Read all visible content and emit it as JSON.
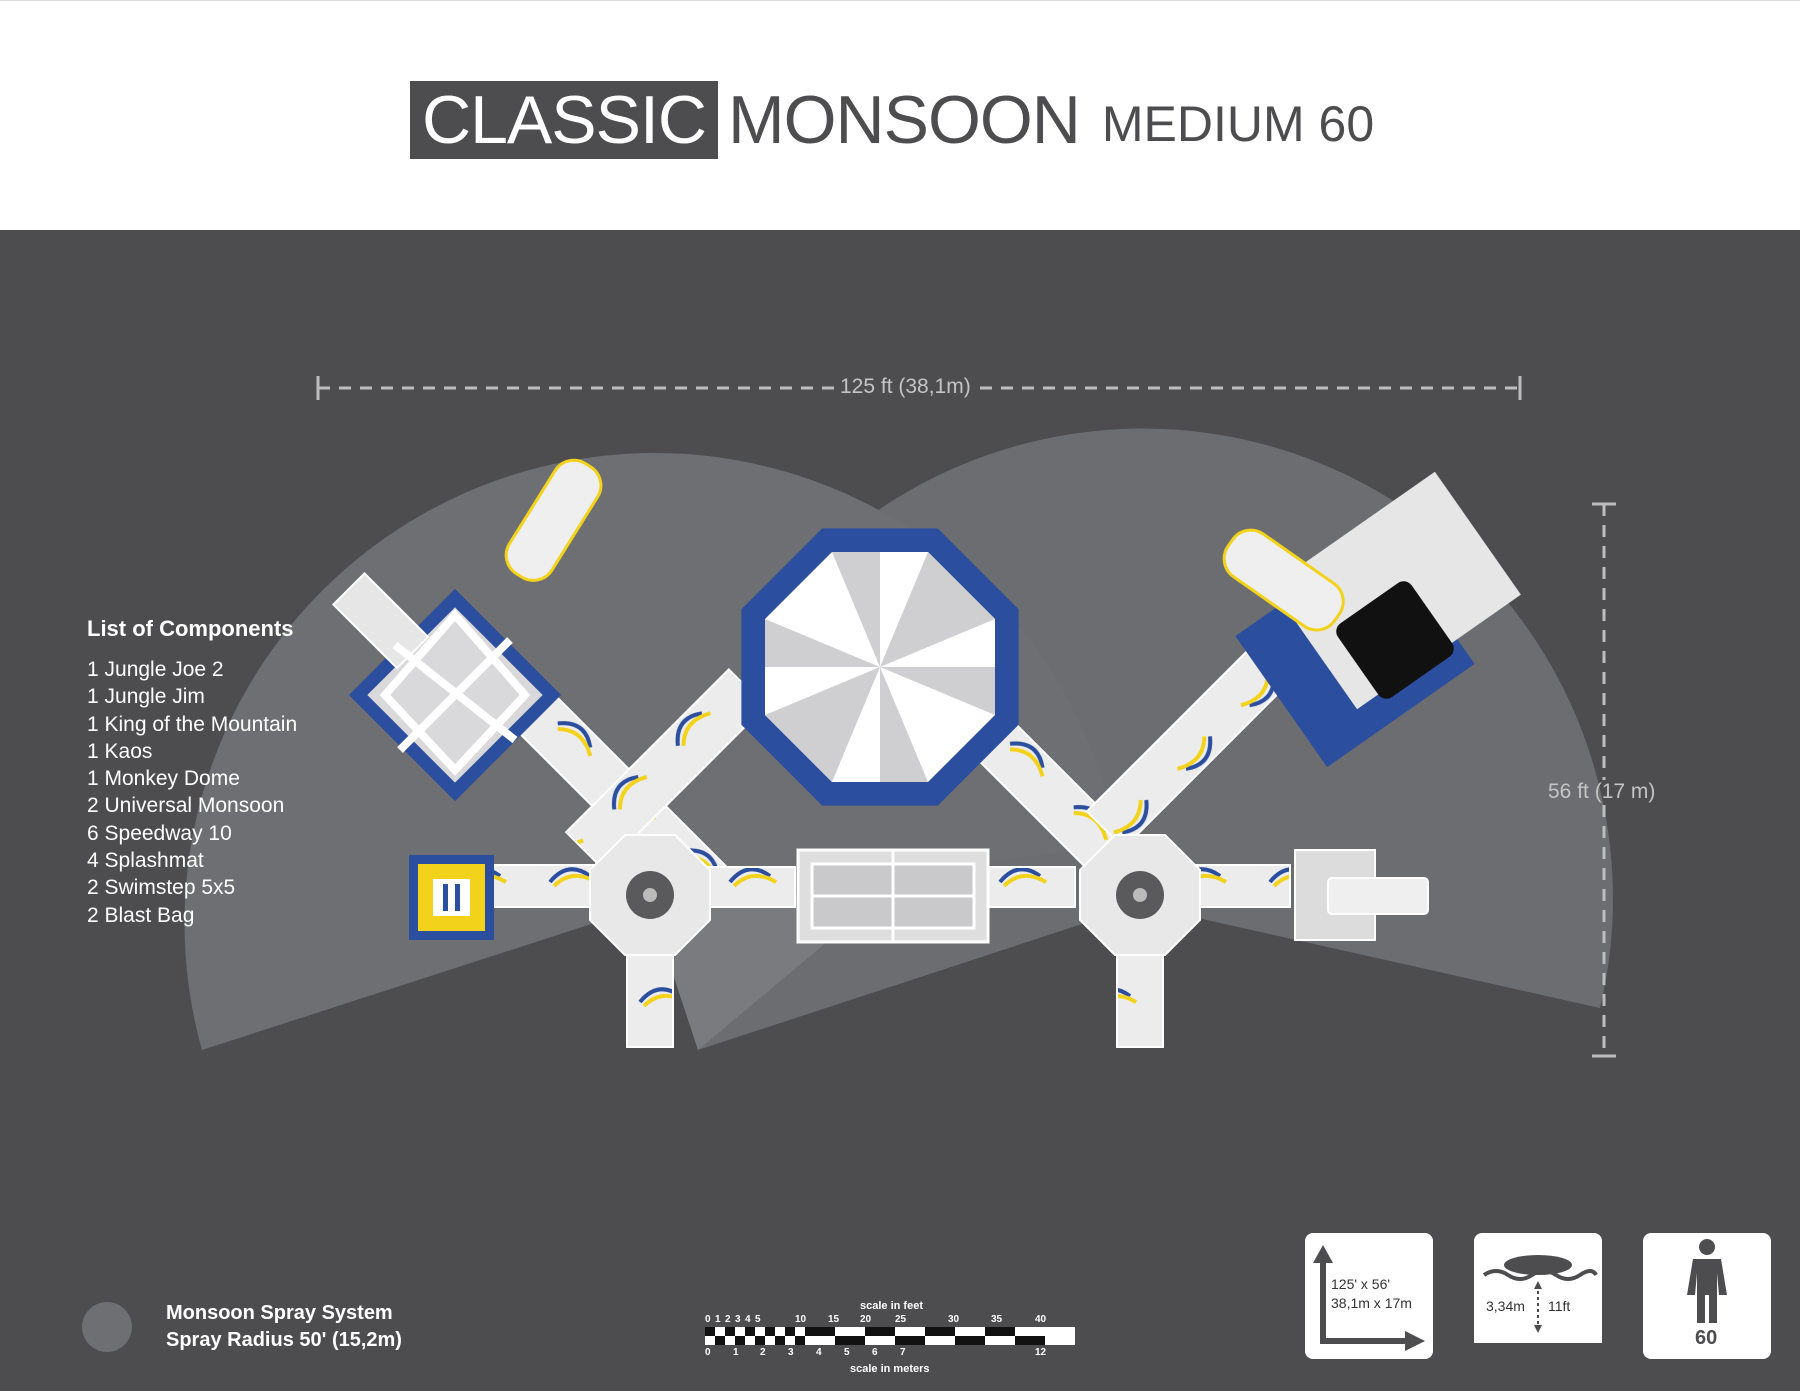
{
  "title": {
    "classic": "CLASSIC",
    "monsoon": "MONSOON",
    "medium": "MEDIUM 60"
  },
  "dimensions": {
    "width_label": "125 ft (38,1m)",
    "height_label": "56 ft (17 m)"
  },
  "components": {
    "heading": "List of Components",
    "items": [
      "1 Jungle Joe 2",
      "1 Jungle Jim",
      "1 King of the Mountain",
      "1 Kaos",
      "1 Monkey Dome",
      "2 Universal Monsoon",
      "6 Speedway 10",
      "4 Splashmat",
      "2 Swimstep 5x5",
      "2 Blast Bag"
    ]
  },
  "legend": {
    "line1": "Monsoon Spray System",
    "line2": "Spray Radius 50' (15,2m)"
  },
  "scale": {
    "feet_label": "scale in feet",
    "meters_label": "scale in meters",
    "feet_ticks": [
      "0",
      "1",
      "2",
      "3",
      "4",
      "5",
      "10",
      "15",
      "20",
      "25",
      "30",
      "35",
      "40"
    ],
    "meter_ticks": [
      "0",
      "1",
      "2",
      "3",
      "4",
      "5",
      "6",
      "7",
      "12"
    ]
  },
  "info": {
    "area_line1": "125' x 56'",
    "area_line2": "38,1m x 17m",
    "depth_m": "3,34m",
    "depth_ft": "11ft",
    "capacity": "60"
  },
  "colors": {
    "background": "#4d4d4f",
    "spray_zone": "#6e6f72",
    "brand_blue": "#2c4e9e",
    "accent_yellow": "#f2d21b",
    "inflatable": "#ececec"
  },
  "icons": [
    "area-icon",
    "depth-icon",
    "person-icon"
  ]
}
